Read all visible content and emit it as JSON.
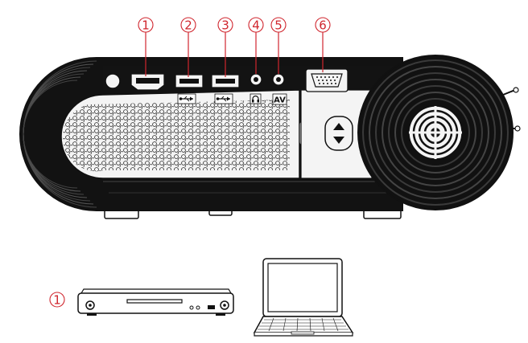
{
  "callouts": [
    {
      "number": "1",
      "port": "hdmi-port"
    },
    {
      "number": "2",
      "port": "usb-port-1"
    },
    {
      "number": "3",
      "port": "usb-port-2"
    },
    {
      "number": "4",
      "port": "headphone-jack"
    },
    {
      "number": "5",
      "port": "av-jack"
    },
    {
      "number": "6",
      "port": "vga-port"
    }
  ],
  "port_labels": {
    "av": "AV"
  },
  "devices": [
    {
      "callout": "1",
      "device": "dvd-player"
    },
    {
      "callout": "",
      "device": "laptop"
    }
  ],
  "colors": {
    "callout": "#d0262e",
    "body": "#111111",
    "panel": "#f4f4f4"
  },
  "icons": [
    "usb-icon",
    "headphone-icon"
  ]
}
